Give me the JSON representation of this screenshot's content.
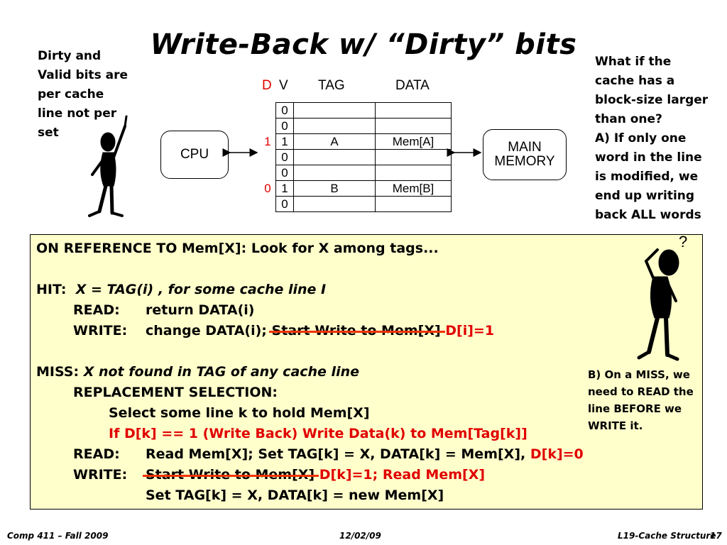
{
  "title": "Write-Back w/ “Dirty” bits",
  "notes": {
    "left": [
      "Dirty and",
      "Valid bits are",
      "per cache",
      "line not per",
      "set"
    ],
    "right": [
      "What if the",
      "cache has a",
      "block-size larger",
      "than one?",
      "A) If only one",
      "word in the line",
      "is modified, we",
      "end up writing",
      "back ALL words"
    ],
    "bottom_right": [
      "B) On a MISS, we",
      "need to READ the",
      "line BEFORE we",
      "WRITE it."
    ]
  },
  "diagram": {
    "cpu_label": "CPU",
    "memory_label_1": "MAIN",
    "memory_label_2": "MEMORY",
    "headers": {
      "d": "D",
      "v": "V",
      "tag": "TAG",
      "data": "DATA"
    },
    "rows": [
      {
        "d": "",
        "v": "0",
        "tag": "",
        "data": ""
      },
      {
        "d": "",
        "v": "0",
        "tag": "",
        "data": ""
      },
      {
        "d": "1",
        "v": "1",
        "tag": "A",
        "data": "Mem[A]"
      },
      {
        "d": "",
        "v": "0",
        "tag": "",
        "data": ""
      },
      {
        "d": "",
        "v": "0",
        "tag": "",
        "data": ""
      },
      {
        "d": "0",
        "v": "1",
        "tag": "B",
        "data": "Mem[B]"
      },
      {
        "d": "",
        "v": "0",
        "tag": "",
        "data": ""
      }
    ],
    "thinker_mark": "?"
  },
  "algorithm": {
    "ref": "ON REFERENCE TO Mem[X]: Look for X among tags...",
    "hit_label": "HIT:",
    "hit_cond": "X = TAG(i) , for some cache line I",
    "read_label": "READ:",
    "hit_read": "return DATA(i)",
    "write_label": "WRITE:",
    "hit_write": "change DATA(i);",
    "hit_write_struck": "Start Write to Mem[X]",
    "hit_write_red": "D[i]=1",
    "miss_label": "MISS:",
    "miss_cond": "X not found in TAG of any cache line",
    "replacement": "REPLACEMENT SELECTION:",
    "select": "Select some line k to hold Mem[X]",
    "writeback_red": "If D[k] == 1 (Write Back) Write Data(k) to Mem[Tag[k]]",
    "miss_read": "Read Mem[X]; Set TAG[k] = X, DATA[k] = Mem[X],",
    "miss_read_red": "D[k]=0",
    "miss_write_struck": "Start Write to Mem[X]",
    "miss_write_red": "D[k]=1; Read Mem[X]",
    "miss_write_set": "Set TAG[k] = X, DATA[k] = new Mem[X]"
  },
  "footer": {
    "left": "Comp 411 – Fall 2009",
    "center": "12/02/09",
    "right": "L19-Cache Structure",
    "page": "17"
  }
}
